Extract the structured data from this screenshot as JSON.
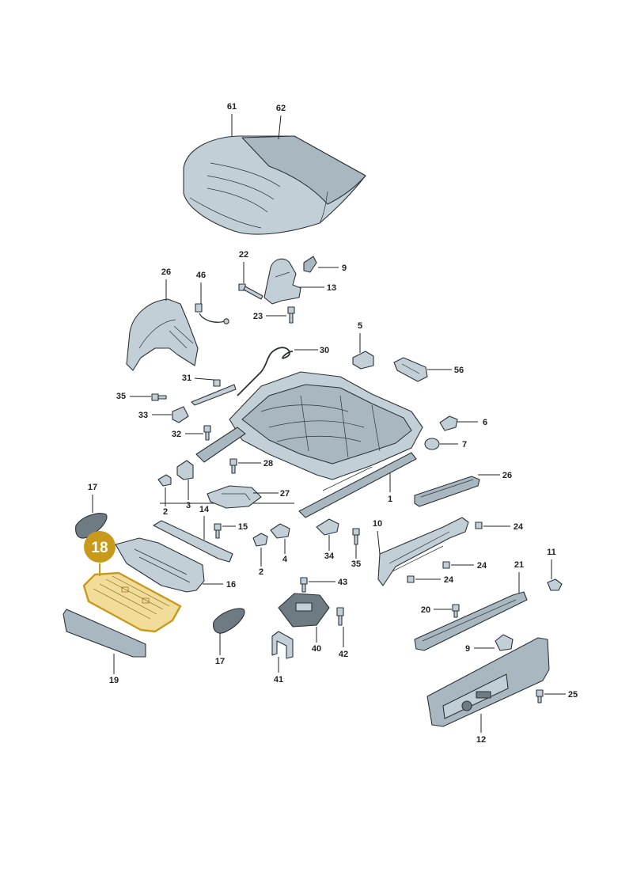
{
  "diagram": {
    "highlight": {
      "label": "18",
      "color": "#c89a1c"
    },
    "callouts": [
      {
        "id": "61"
      },
      {
        "id": "62"
      },
      {
        "id": "22"
      },
      {
        "id": "9"
      },
      {
        "id": "26"
      },
      {
        "id": "46"
      },
      {
        "id": "13"
      },
      {
        "id": "23"
      },
      {
        "id": "5"
      },
      {
        "id": "30"
      },
      {
        "id": "31"
      },
      {
        "id": "56"
      },
      {
        "id": "35"
      },
      {
        "id": "33"
      },
      {
        "id": "6"
      },
      {
        "id": "32"
      },
      {
        "id": "7"
      },
      {
        "id": "28"
      },
      {
        "id": "26b"
      },
      {
        "id": "17"
      },
      {
        "id": "27"
      },
      {
        "id": "2"
      },
      {
        "id": "3"
      },
      {
        "id": "14"
      },
      {
        "id": "1"
      },
      {
        "id": "15"
      },
      {
        "id": "10"
      },
      {
        "id": "24"
      },
      {
        "id": "11"
      },
      {
        "id": "34"
      },
      {
        "id": "35b"
      },
      {
        "id": "4"
      },
      {
        "id": "2b"
      },
      {
        "id": "24b"
      },
      {
        "id": "21"
      },
      {
        "id": "16"
      },
      {
        "id": "43"
      },
      {
        "id": "24c"
      },
      {
        "id": "20"
      },
      {
        "id": "19"
      },
      {
        "id": "17b"
      },
      {
        "id": "40"
      },
      {
        "id": "42"
      },
      {
        "id": "9b"
      },
      {
        "id": "41"
      },
      {
        "id": "25"
      },
      {
        "id": "12"
      }
    ],
    "labels": {
      "61": "61",
      "62": "62",
      "22": "22",
      "9": "9",
      "26": "26",
      "46": "46",
      "13": "13",
      "23": "23",
      "5": "5",
      "30": "30",
      "31": "31",
      "56": "56",
      "35": "35",
      "33": "33",
      "6": "6",
      "32": "32",
      "7": "7",
      "28": "28",
      "26b": "26",
      "17": "17",
      "27": "27",
      "2": "2",
      "3": "3",
      "14": "14",
      "1": "1",
      "15": "15",
      "10": "10",
      "24": "24",
      "11": "11",
      "34": "34",
      "35b": "35",
      "4": "4",
      "2b": "2",
      "24b": "24",
      "21": "21",
      "16": "16",
      "43": "43",
      "24c": "24",
      "20": "20",
      "19": "19",
      "17b": "17",
      "40": "40",
      "42": "42",
      "9b": "9",
      "41": "41",
      "25": "25",
      "12": "12"
    }
  }
}
